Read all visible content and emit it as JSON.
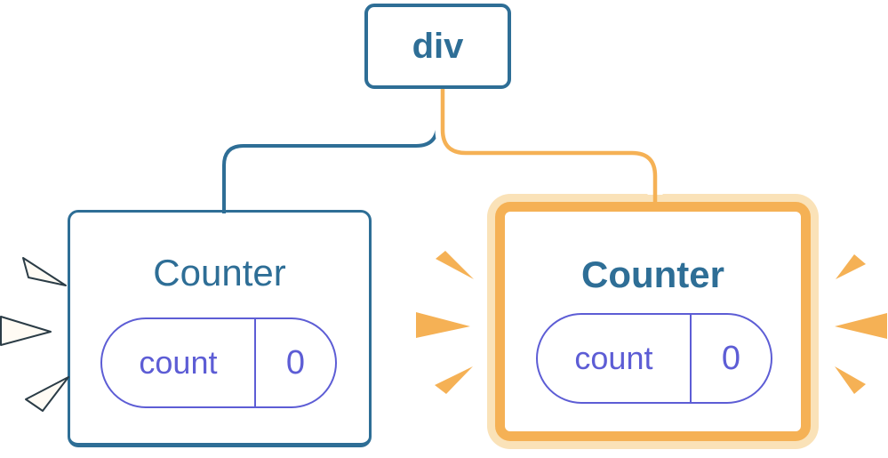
{
  "tree": {
    "root": {
      "label": "div"
    },
    "left_child": {
      "title": "Counter",
      "state_label": "count",
      "state_value": "0"
    },
    "right_child": {
      "title": "Counter",
      "state_label": "count",
      "state_value": "0"
    }
  },
  "colors": {
    "background": "#FFFFFF",
    "blue": "#2E6E96",
    "purple": "#5D5DD5",
    "orange": "#F5B155",
    "peach": "#FAE2B8",
    "white": "#FFFFFF",
    "spark_dark": "#2B3C46",
    "spark_light_fill": "#FFFBF4"
  }
}
